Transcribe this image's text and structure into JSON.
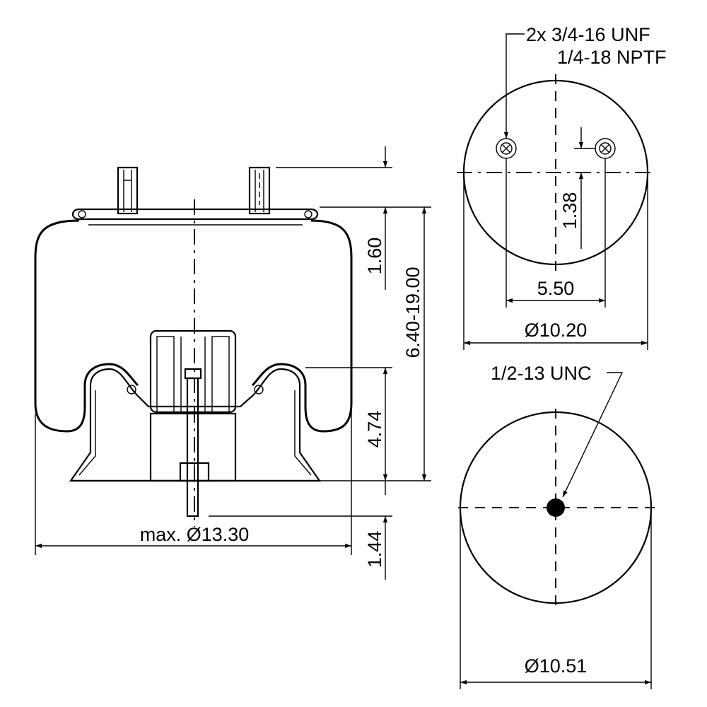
{
  "drawing": {
    "side_view": {
      "dim_top_offset": "1.60",
      "dim_height_range": "6.40-19.00",
      "dim_piston_height": "4.74",
      "dim_stud_length": "1.44",
      "dim_max_diameter": "max. Ø13.30"
    },
    "top_view": {
      "thread_callout_line1": "2x 3/4-16 UNF",
      "thread_callout_line2": "1/4-18 NPTF",
      "dim_offset": "1.38",
      "dim_hole_spacing": "5.50",
      "dim_diameter": "Ø10.20"
    },
    "bottom_view": {
      "thread_callout": "1/2-13 UNC",
      "dim_diameter": "Ø10.51"
    }
  }
}
